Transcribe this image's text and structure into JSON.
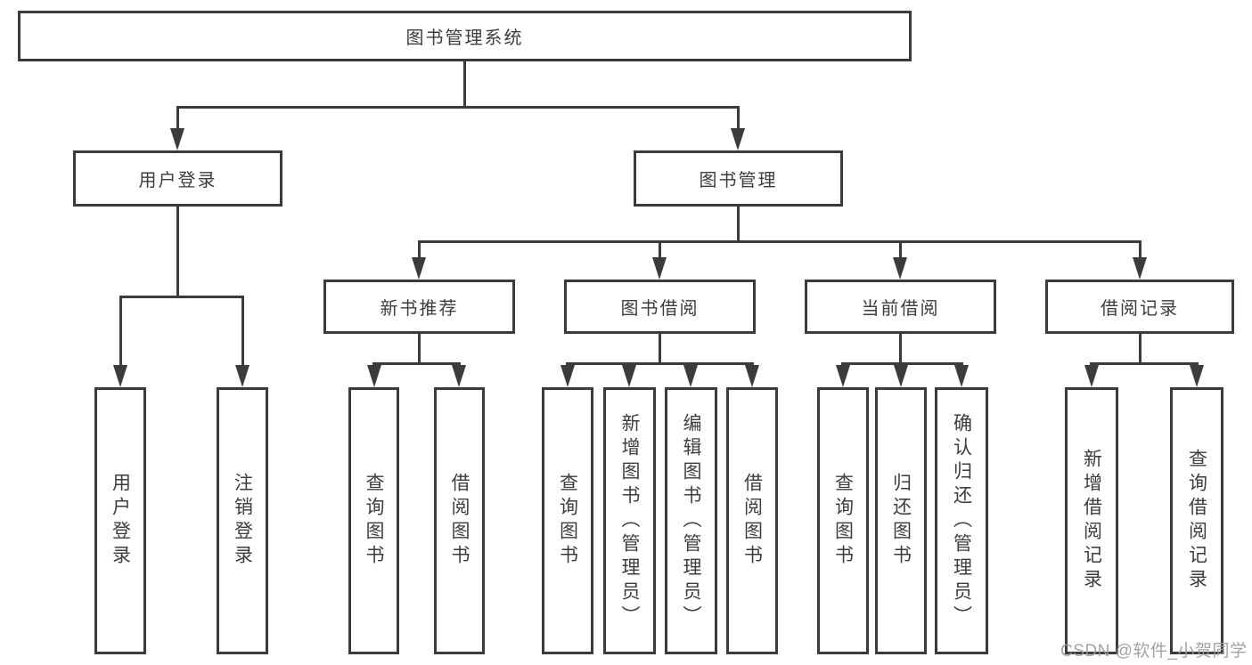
{
  "diagram_title": "图书管理系统",
  "tree": {
    "label": "图书管理系统",
    "children": [
      {
        "label": "用户登录",
        "children": [
          {
            "label": "用户登录"
          },
          {
            "label": "注销登录"
          }
        ]
      },
      {
        "label": "图书管理",
        "children": [
          {
            "label": "新书推荐",
            "children": [
              {
                "label": "查询图书"
              },
              {
                "label": "借阅图书"
              }
            ]
          },
          {
            "label": "图书借阅",
            "children": [
              {
                "label": "查询图书"
              },
              {
                "label": "新增图书（管理员）"
              },
              {
                "label": "编辑图书（管理员）"
              },
              {
                "label": "借阅图书"
              }
            ]
          },
          {
            "label": "当前借阅",
            "children": [
              {
                "label": "查询图书"
              },
              {
                "label": "归还图书"
              },
              {
                "label": "确认归还（管理员）"
              }
            ]
          },
          {
            "label": "借阅记录",
            "children": [
              {
                "label": "新增借阅记录"
              },
              {
                "label": "查询借阅记录"
              }
            ]
          }
        ]
      }
    ]
  },
  "watermark": "CSDN @软件_小贺同学",
  "colors": {
    "line": "#3b3b3b",
    "text": "#3d3d3d",
    "bg": "#ffffff",
    "wm": "#9c9c9c"
  }
}
